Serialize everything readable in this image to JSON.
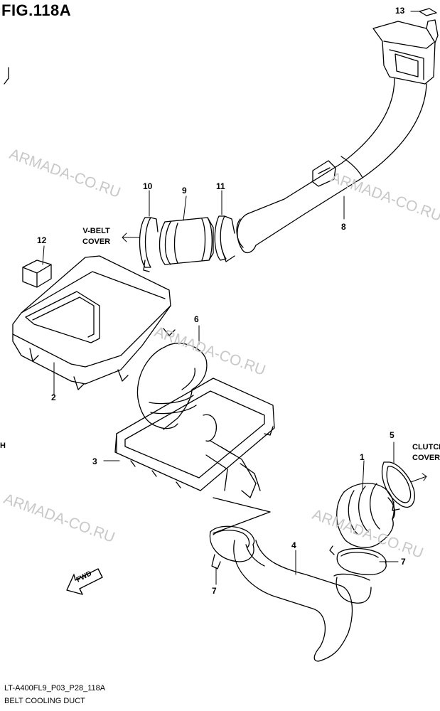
{
  "figure": {
    "title": "FIG.118A"
  },
  "watermark": "ARMADA-CO.RU",
  "callouts": {
    "p1": "1",
    "p2": "2",
    "p3": "3",
    "p4": "4",
    "p5": "5",
    "p6": "6",
    "p7a": "7",
    "p7b": "7",
    "p8": "8",
    "p9": "9",
    "p10": "10",
    "p11": "11",
    "p12": "12",
    "p13": "13"
  },
  "labels": {
    "vbelt_line1": "V-BELT",
    "vbelt_line2": "COVER",
    "clutch_line1": "CLUTCH",
    "clutch_line2": "COVER",
    "cut_left": "H",
    "fwd": "FWD"
  },
  "footer": {
    "code": "LT-A400FL9_P03_P28_118A",
    "caption": "BELT COOLING DUCT"
  },
  "colors": {
    "line": "#000000",
    "watermark": "#c8c8c8",
    "background": "#ffffff"
  }
}
